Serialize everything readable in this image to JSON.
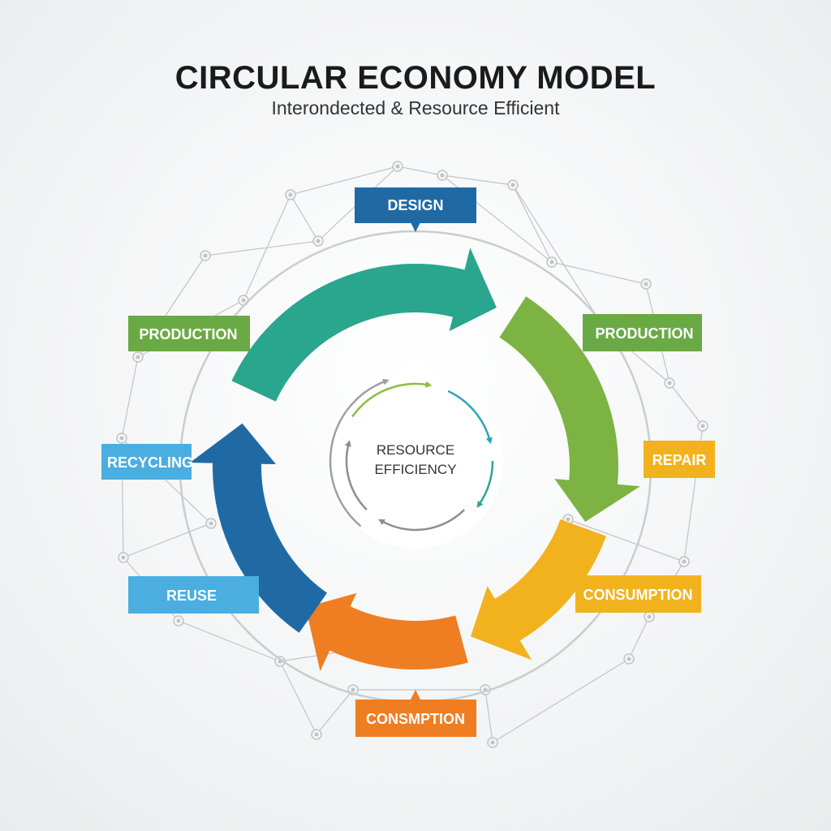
{
  "header": {
    "title": "CIRCULAR ECONOMY MODEL",
    "subtitle": "Interondected & Resource Efficient"
  },
  "center": {
    "line1": "RESOURCE",
    "line2": "EFFICIENCY"
  },
  "stages": {
    "design": "DESIGN",
    "production_right": "PRODUCTION",
    "repair": "REPAIR",
    "consumption_right": "CONSUMPTION",
    "consumption_bottom": "CONSMPTION",
    "reuse": "REUSE",
    "recycling": "RECYCLING",
    "production_left": "PRODUCTION"
  },
  "colors": {
    "teal": "#2aa58e",
    "green": "#7cb342",
    "yellow": "#f2b21d",
    "orange": "#ef7d22",
    "dark_blue": "#1f6aa5",
    "light_blue": "#4aaee0",
    "design_blue": "#1f6aa5",
    "production_green": "#6aaa45",
    "repair_yellow": "#f2b21d",
    "consumption_yellow": "#f2b21d",
    "consumption_orange": "#ef7d22",
    "network_gray": "#bfc4c8"
  }
}
